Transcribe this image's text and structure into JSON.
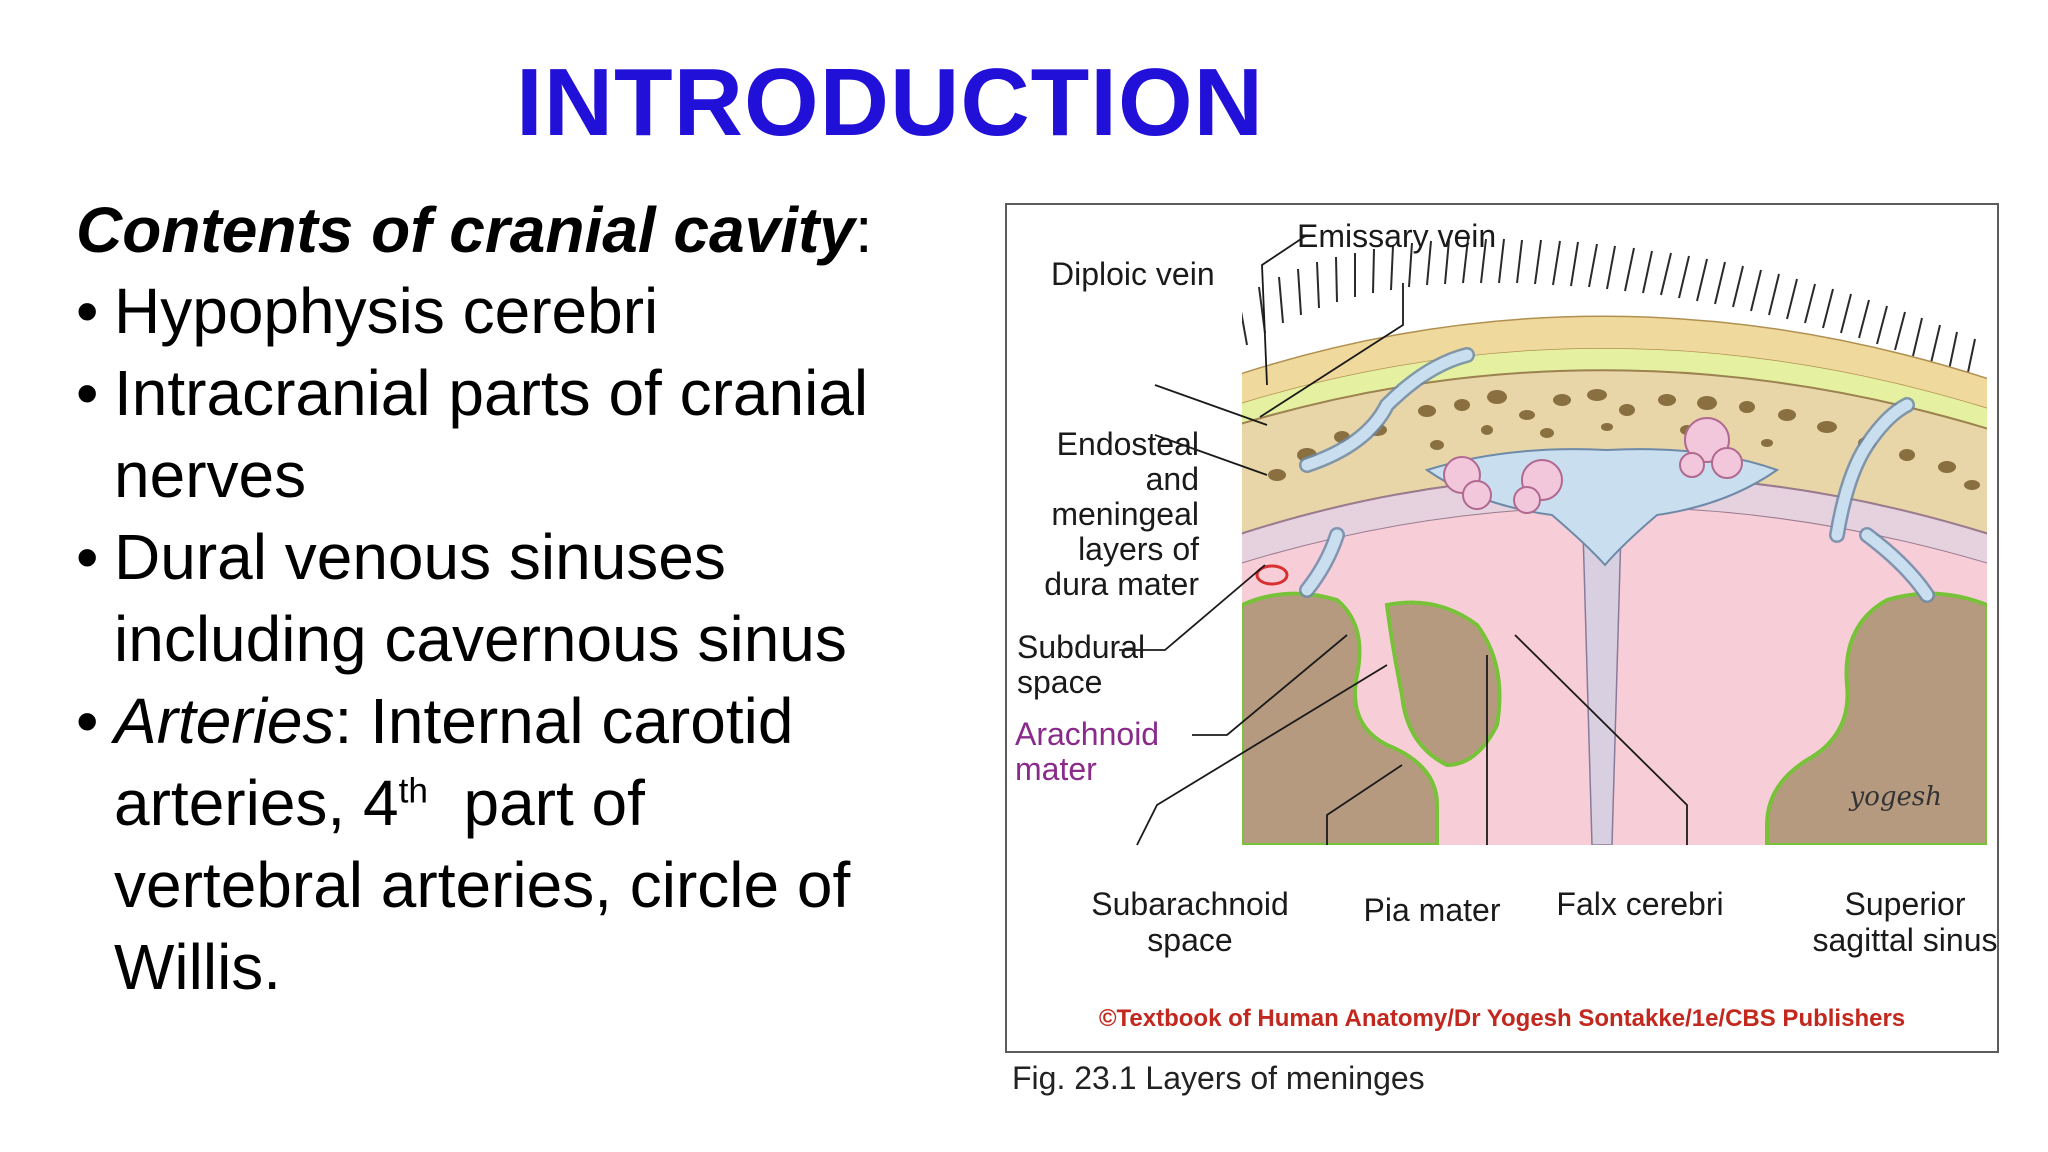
{
  "title": "INTRODUCTION",
  "section": {
    "heading_emphasis": "Contents of cranial cavity",
    "heading_suffix": ":",
    "bullets": [
      {
        "text": "Hypophysis cerebri"
      },
      {
        "text_line1": "Intracranial parts of cranial",
        "text_line2": "nerves"
      },
      {
        "text_line1": "Dural venous sinuses",
        "text_line2": "including cavernous sinus"
      },
      {
        "lead_emphasis": "Arteries",
        "lead_rest": ": Internal carotid",
        "line2_pre": "arteries, 4",
        "line2_sup": "th",
        "line2_post": "  part of",
        "line3": "vertebral arteries, circle of",
        "line4": "Willis."
      }
    ]
  },
  "figure": {
    "labels": {
      "emissary_vein": "Emissary vein",
      "diploic_vein": "Diploic vein",
      "endosteal_1": "Endosteal",
      "endosteal_2": "and",
      "endosteal_3": "meningeal",
      "endosteal_4": "layers of",
      "endosteal_5": "dura mater",
      "subdural_1": "Subdural",
      "subdural_2": "space",
      "arachnoid_1": "Arachnoid",
      "arachnoid_2": "mater",
      "subarachnoid_1": "Subarachnoid",
      "subarachnoid_2": "space",
      "pia_mater": "Pia mater",
      "falx_cerebri": "Falx cerebri",
      "superior_1": "Superior",
      "superior_2": "sagittal sinus",
      "signature": "yogesh"
    },
    "copyright": "©Textbook of Human Anatomy/Dr Yogesh Sontakke/1e/CBS Publishers",
    "caption": "Fig. 23.1 Layers of meninges"
  },
  "colors": {
    "title": "#2010d8",
    "arachnoid_label": "#8a2a8a",
    "copyright": "#c2281e",
    "bone": "#e8d6a8",
    "vein": "#c9dff0",
    "brain": "#b59a80",
    "pia": "#78c23a"
  }
}
